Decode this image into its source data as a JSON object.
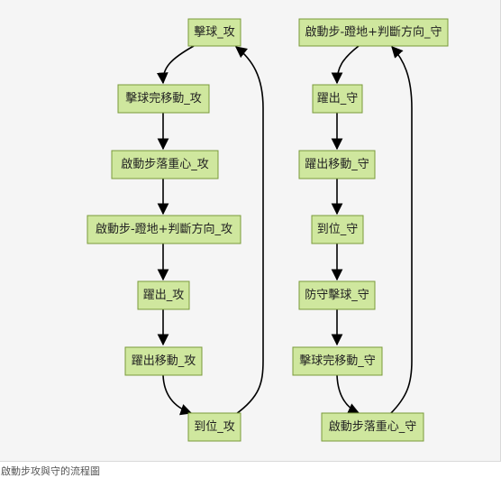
{
  "diagram": {
    "caption": "啟動步攻與守的流程圖",
    "attack_nodes": [
      "擊球_攻",
      "擊球完移動_攻",
      "啟動步落重心_攻",
      "啟動步-蹬地+判斷方向_攻",
      "躍出_攻",
      "躍出移動_攻",
      "到位_攻"
    ],
    "defense_nodes": [
      "啟動步-蹬地+判斷方向_守",
      "躍出_守",
      "躍出移動_守",
      "到位_守",
      "防守擊球_守",
      "擊球完移動_守",
      "啟動步落重心_守"
    ],
    "colors": {
      "node_fill": "#cfe79e",
      "node_border": "#7a9a3a",
      "edge": "#000000",
      "background": "#f5f5f5"
    }
  }
}
